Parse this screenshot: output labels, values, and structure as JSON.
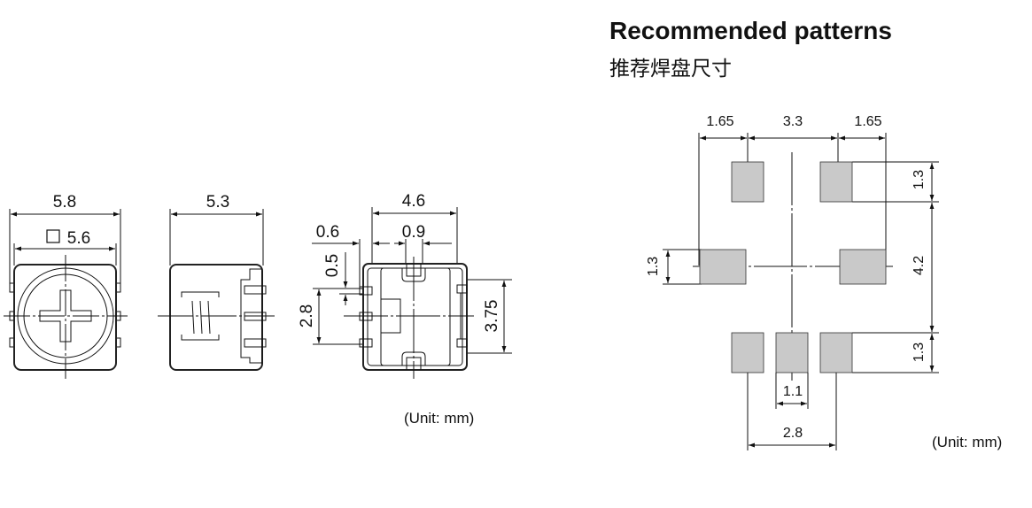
{
  "left_drawing": {
    "front_view": {
      "width": "5.8",
      "knob": "5.6",
      "knob_prefix": "□"
    },
    "side_view": {
      "width": "5.3"
    },
    "bottom_view": {
      "width": "4.6",
      "terminal_width": "0.6",
      "slot": "0.9",
      "terminal_height": "0.5",
      "terminal_pitch": "2.8",
      "outer_height": "3.75"
    },
    "unit": "(Unit: mm)"
  },
  "right_drawing": {
    "title": "Recommended patterns",
    "subtitle": "推荐焊盘尺寸",
    "top_dims": [
      "1.65",
      "3.3",
      "1.65"
    ],
    "right_dims": [
      "1.3",
      "4.2",
      "1.3"
    ],
    "left_dim": "1.3",
    "pad_width": "1.1",
    "pad_pitch": "2.8",
    "unit": "(Unit: mm)",
    "pad_color": "#c9c9c9"
  }
}
